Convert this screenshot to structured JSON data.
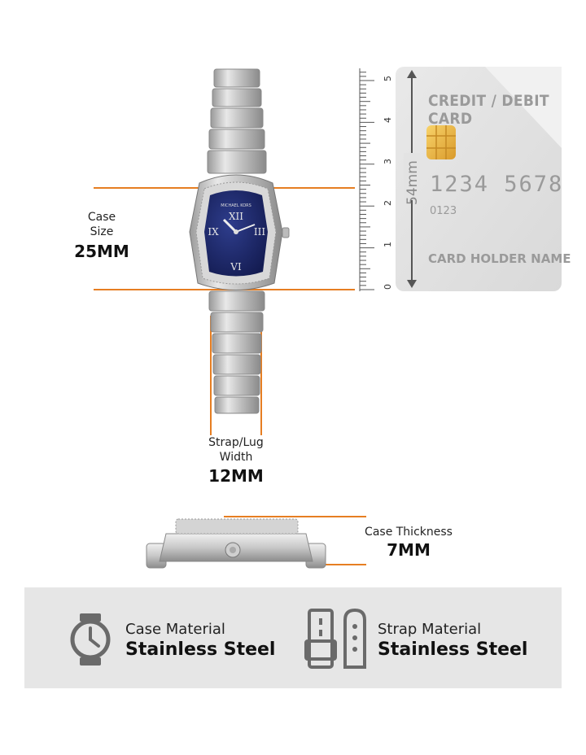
{
  "case_size": {
    "label_line1": "Case",
    "label_line2": "Size",
    "value": "25MM"
  },
  "strap_width": {
    "label_line1": "Strap/Lug",
    "label_line2": "Width",
    "value": "12MM"
  },
  "case_thickness": {
    "label": "Case Thickness",
    "value": "7MM"
  },
  "card": {
    "title": "CREDIT / DEBIT CARD",
    "number": "1234   5678",
    "small_number": "0123",
    "holder": "CARD HOLDER NAME",
    "height_label": "54mm"
  },
  "ruler": {
    "ticks": [
      "0",
      "1",
      "2",
      "3",
      "4",
      "5"
    ]
  },
  "watch": {
    "brand": "MICHAEL KORS"
  },
  "features": [
    {
      "label": "Case Material",
      "value": "Stainless Steel",
      "icon": "watch-icon"
    },
    {
      "label": "Strap Material",
      "value": "Stainless Steel",
      "icon": "strap-icon"
    }
  ],
  "colors": {
    "accent": "#e67e22",
    "dial": "#1e2a6e",
    "panel": "#e6e6e6"
  }
}
